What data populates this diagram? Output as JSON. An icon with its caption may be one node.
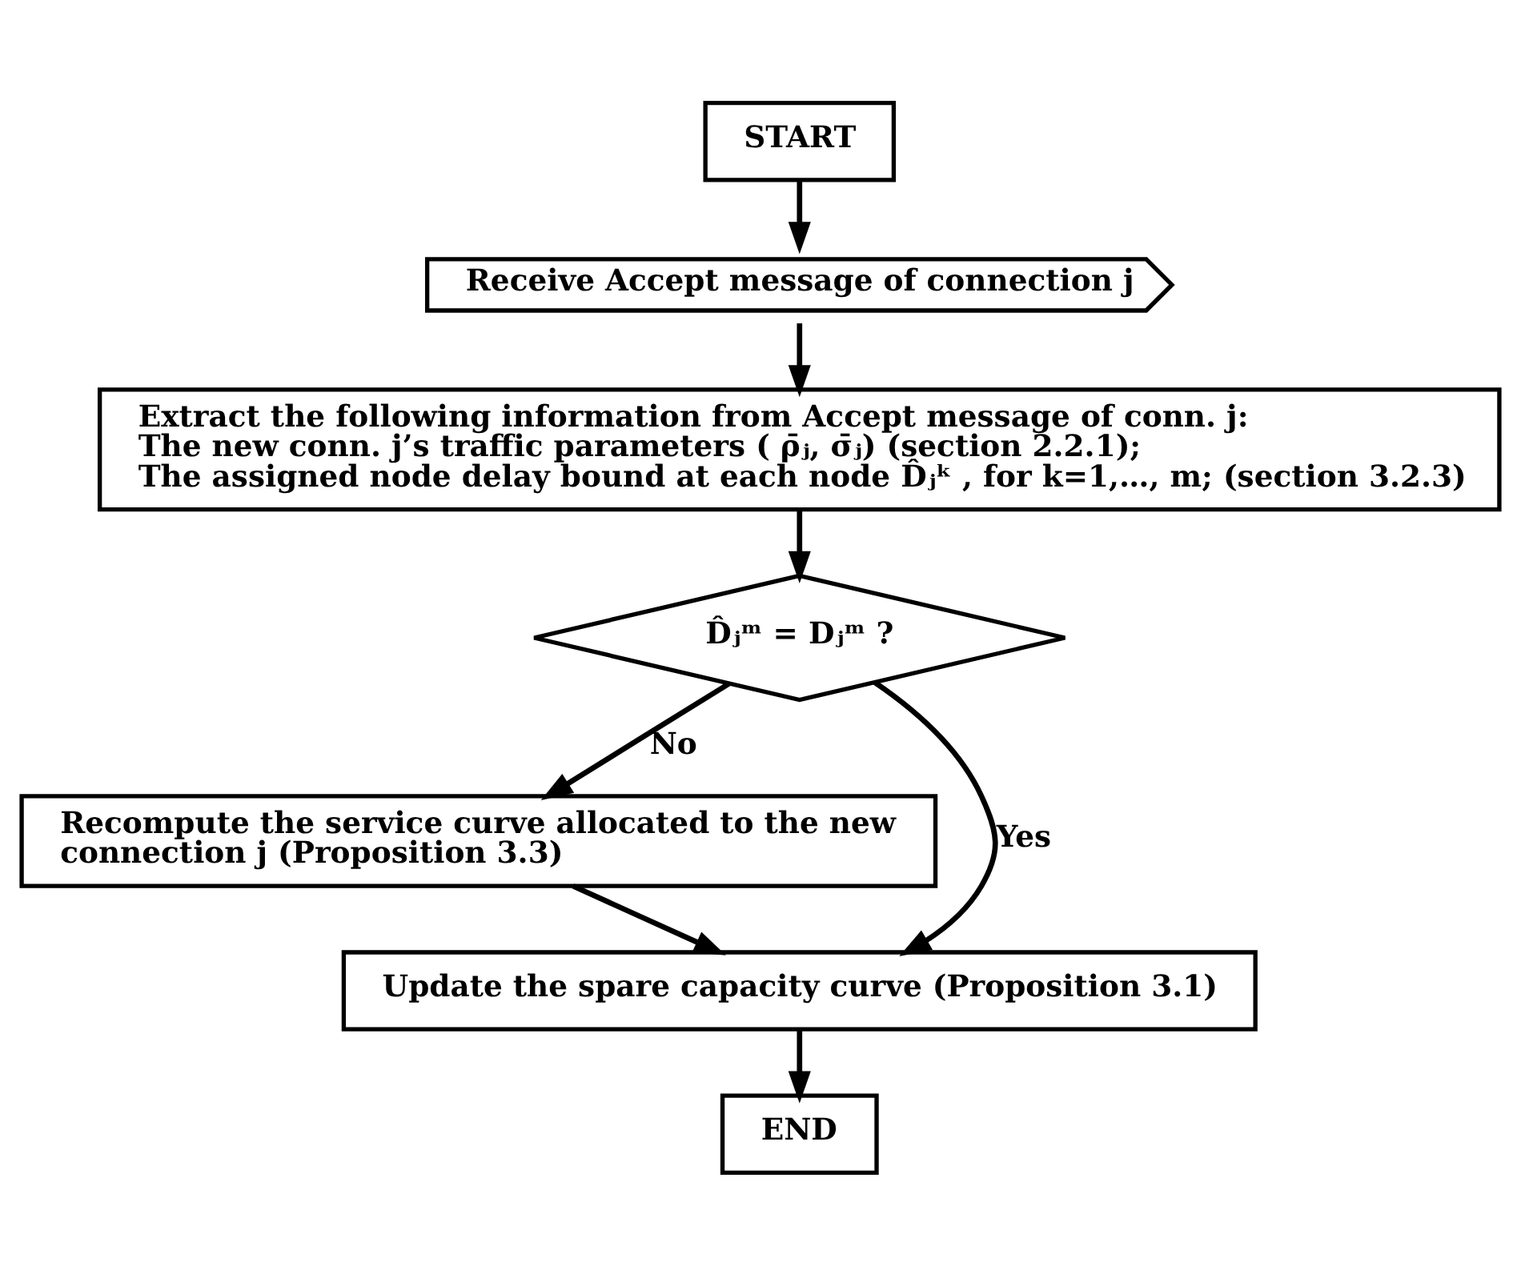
{
  "diagram": {
    "nodes": [
      {
        "text": [
          "START"
        ]
      },
      {
        "text": [
          "Receive Accept message of connection j"
        ]
      },
      {
        "text": [
          "Extract the following information from Accept message of conn. j:",
          "The new conn. j’s traffic parameters ( ρ̄ⱼ, σ̄ⱼ) (section 2.2.1);",
          "The assigned node delay bound at each node D̂ⱼᵏ , for k=1,…, m; (section 3.2.3)"
        ]
      },
      {
        "text": [
          "D̂ⱼᵐ = Dⱼᵐ ?"
        ]
      },
      {
        "text": [
          "Recompute the service curve allocated to the new connection j (Proposition 3.3)"
        ]
      },
      {
        "text": [
          "Update the spare capacity curve (Proposition 3.1)"
        ]
      },
      {
        "text": [
          "END"
        ]
      }
    ],
    "edges": [
      {
        "from": 0,
        "to": 1,
        "arrow": "to"
      },
      {
        "from": 1,
        "to": 2,
        "arrow": "to"
      },
      {
        "from": 2,
        "to": 3,
        "arrow": "to"
      },
      {
        "from": 3,
        "to": 4,
        "arrow": "to",
        "label": "No"
      },
      {
        "from": 3,
        "to": 5,
        "arrow": "to",
        "label": "Yes"
      },
      {
        "from": 4,
        "to": 5,
        "arrow": "to"
      },
      {
        "from": 5,
        "to": 6,
        "arrow": "to"
      }
    ]
  }
}
